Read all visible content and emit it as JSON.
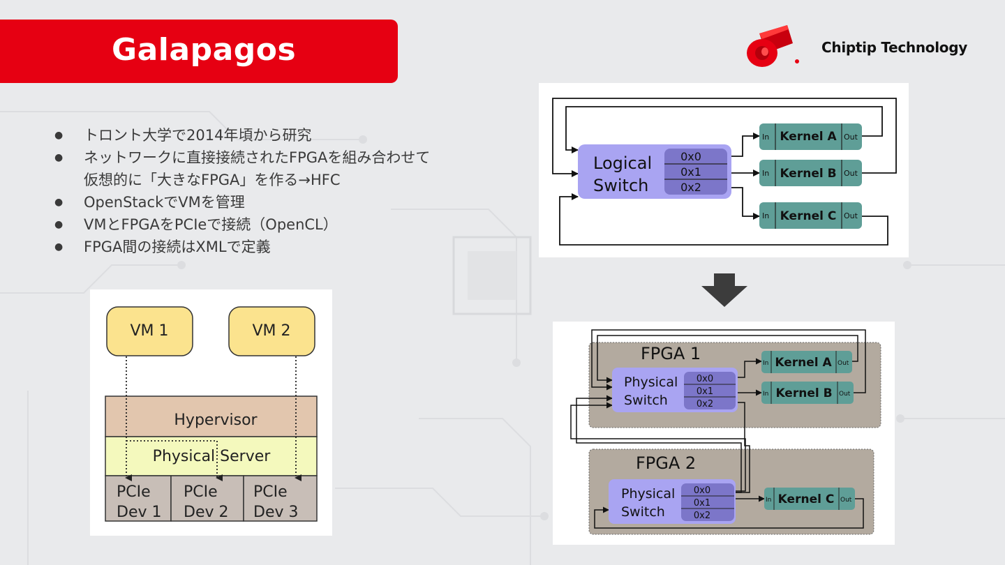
{
  "slide": {
    "title": "Galapagos",
    "company": "Chiptip Technology",
    "colors": {
      "accent_red": "#e60012",
      "switch_purple": "#a9a4f2",
      "kernel_teal": "#5f9e97",
      "vm_yellow": "#fbe38e",
      "fpga_gray": "#b3aa9f"
    }
  },
  "bullets": [
    {
      "text": "トロント大学で2014年頃から研究",
      "text2": ""
    },
    {
      "text": "ネットワークに直接接続されたFPGAを組み合わせて",
      "text2": "仮想的に「大きなFPGA」を作る→HFC"
    },
    {
      "text": "OpenStackでVMを管理",
      "text2": ""
    },
    {
      "text": "VMとFPGAをPCIeで接続（OpenCL）",
      "text2": ""
    },
    {
      "text": "FPGA間の接続はXMLで定義",
      "text2": ""
    }
  ],
  "vm_diagram": {
    "vm1": "VM 1",
    "vm2": "VM 2",
    "hypervisor": "Hypervisor",
    "physical_server": "Physical Server",
    "devices": [
      {
        "line1": "PCIe",
        "line2": "Dev 1"
      },
      {
        "line1": "PCIe",
        "line2": "Dev 2"
      },
      {
        "line1": "PCIe",
        "line2": "Dev 3"
      }
    ]
  },
  "logical_diagram": {
    "switch_line1": "Logical",
    "switch_line2": "Switch",
    "ports": [
      "0x0",
      "0x1",
      "0x2"
    ],
    "kernels": [
      "Kernel A",
      "Kernel B",
      "Kernel C"
    ],
    "in_label": "In",
    "out_label": "Out"
  },
  "physical_diagram": {
    "fpga1": "FPGA 1",
    "fpga2": "FPGA 2",
    "switch_line1": "Physical",
    "switch_line2": "Switch",
    "ports": [
      "0x0",
      "0x1",
      "0x2"
    ],
    "kernels": [
      "Kernel A",
      "Kernel B",
      "Kernel C"
    ],
    "in_label": "In",
    "out_label": "Out"
  }
}
